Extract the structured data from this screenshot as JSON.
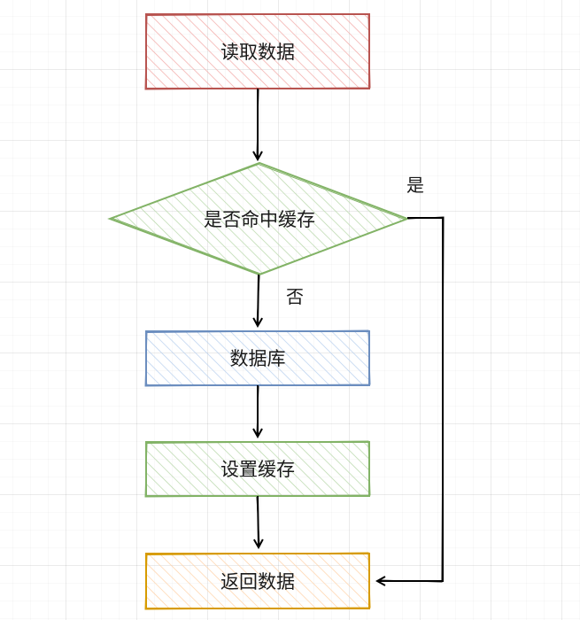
{
  "nodes": {
    "read": "读取数据",
    "decision": "是否命中缓存",
    "database": "数据库",
    "set_cache": "设置缓存",
    "return": "返回数据"
  },
  "edge_labels": {
    "yes": "是",
    "no": "否"
  },
  "colors": {
    "read_stroke": "#b85450",
    "read_fill": "#f8cecc",
    "decision_stroke": "#82b366",
    "decision_fill": "#d5e8d4",
    "database_stroke": "#6c8ebf",
    "database_fill": "#dae8fc",
    "set_cache_stroke": "#82b366",
    "set_cache_fill": "#d5e8d4",
    "return_stroke": "#d79b00",
    "return_fill": "#ffe6cc",
    "edge": "#000000"
  }
}
